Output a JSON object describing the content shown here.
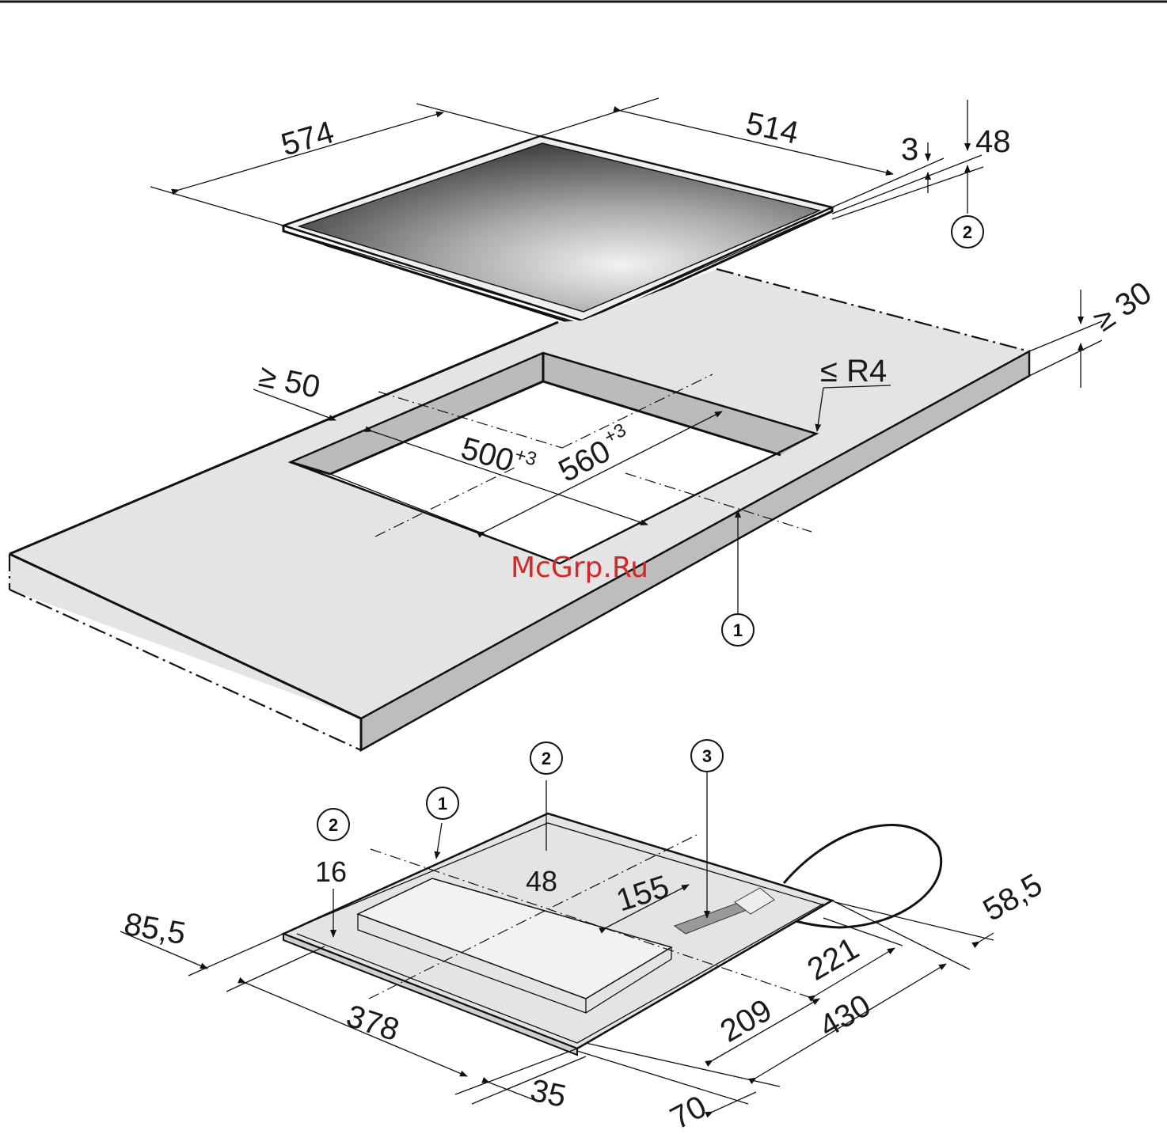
{
  "hob": {
    "dims": {
      "width": "574",
      "depth": "514",
      "frame": "3",
      "height": "48"
    },
    "callout": "2"
  },
  "worktop": {
    "margin": "≥ 50",
    "radius": "≤ R4",
    "thickness": "≥ 30",
    "cut_width_base": "500",
    "cut_width_tol": "+3",
    "cut_depth_base": "560",
    "cut_depth_tol": "+3",
    "callout": "1"
  },
  "underside": {
    "callouts": {
      "c1": "1",
      "c2a": "2",
      "c2b": "2",
      "c3": "3"
    },
    "dims": {
      "d16": "16",
      "d48": "48",
      "d155": "155",
      "d85_5": "85,5",
      "d378": "378",
      "d35": "35",
      "d70": "70",
      "d209": "209",
      "d221": "221",
      "d430": "430",
      "d58_5": "58,5"
    }
  },
  "watermark": "McGrp.Ru",
  "colors": {
    "surface": "#e4e4e4",
    "edge": "#b9b9b9",
    "glass_dark": "#3a3a3a",
    "glass_light": "#f2f2f2"
  }
}
